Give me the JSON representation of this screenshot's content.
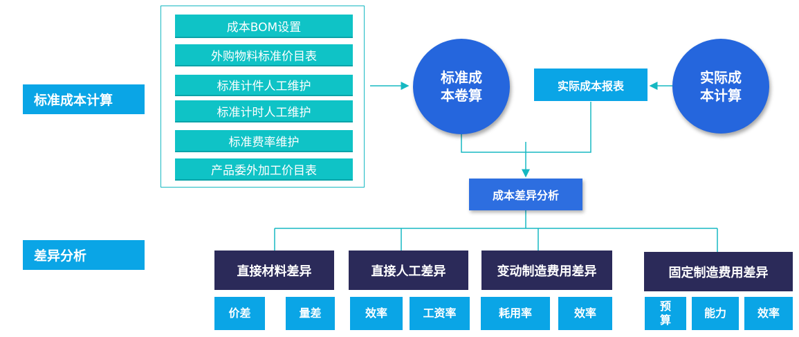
{
  "sections": {
    "standard_cost": "标准成本计算",
    "variance_analysis": "差异分析"
  },
  "inputs": [
    "成本BOM设置",
    "外购物料标准价目表",
    "标准计件人工维护",
    "标准计时人工维护",
    "标准费率维护",
    "产品委外加工价目表"
  ],
  "nodes": {
    "standard_rollup": "标准成\n本卷算",
    "actual_calc": "实际成\n本计算",
    "actual_report": "实际成本报表",
    "variance_analysis": "成本差异分析"
  },
  "variances": [
    {
      "title": "直接材料差异",
      "subs": [
        "价差",
        "量差"
      ]
    },
    {
      "title": "直接人工差异",
      "subs": [
        "效率",
        "工资率"
      ]
    },
    {
      "title": "变动制造费用差异",
      "subs": [
        "耗用率",
        "效率"
      ]
    },
    {
      "title": "固定制造费用差异",
      "subs": [
        "预\n算",
        "能力",
        "效率"
      ]
    }
  ],
  "colors": {
    "label_blue": "#0aa5e6",
    "teal": "#0fc3c6",
    "circle_blue": "#2566dd",
    "navy": "#2b2a59",
    "connector": "#16b8c2"
  }
}
